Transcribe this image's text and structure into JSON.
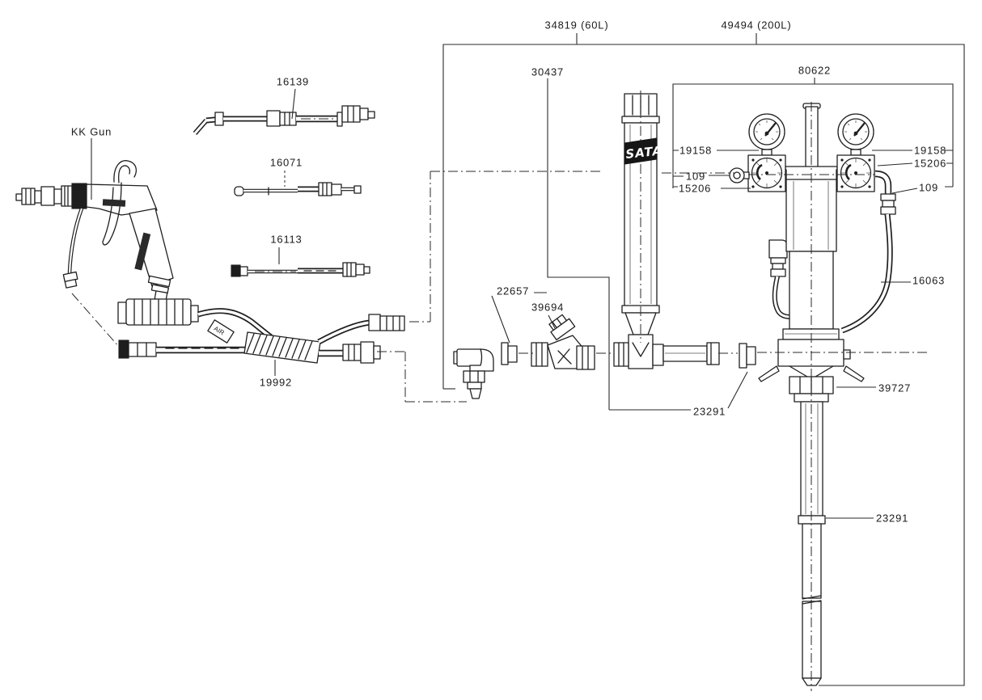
{
  "figure": {
    "type": "parts-diagram"
  },
  "colors": {
    "line": "#1f1f1f",
    "background": "#ffffff",
    "band": "#161616"
  },
  "labels": {
    "kit_60l": "34819 (60L)",
    "kit_200l": "49494 (200L)",
    "part_30437": "30437",
    "part_80622": "80622",
    "part_16139": "16139",
    "kk_gun": "KK Gun",
    "part_16071": "16071",
    "part_16113": "16113",
    "part_19158_left": "19158",
    "part_109_left": "109",
    "part_15206_left": "15206",
    "part_19158_right": "19158",
    "part_15206_right": "15206",
    "part_109_right": "109",
    "part_16063": "16063",
    "part_22657": "22657",
    "part_39694": "39694",
    "part_19992": "19992",
    "part_23291_mid": "23291",
    "part_39727": "39727",
    "part_23291_lower": "23291",
    "tank_band": "SATA",
    "air_tag": "AIR"
  }
}
